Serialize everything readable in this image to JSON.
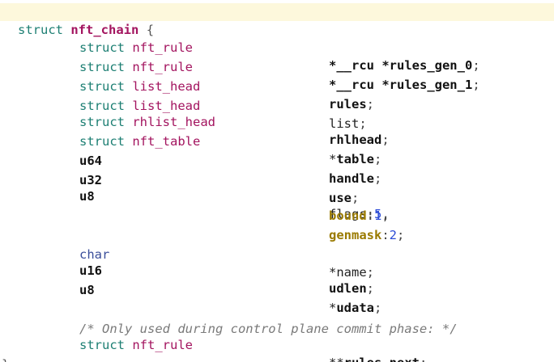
{
  "code": {
    "struct_header": {
      "keyword": "struct",
      "name": "nft_chain",
      "brace": "{"
    },
    "fields": [
      {
        "kw": "struct",
        "type": "nft_rule",
        "decl": "*__rcu *rules_gen_0",
        "end": ";"
      },
      {
        "kw": "struct",
        "type": "nft_rule",
        "decl": "*__rcu *rules_gen_1",
        "end": ";"
      },
      {
        "kw": "struct",
        "type": "list_head",
        "decl": "rules",
        "end": ";"
      },
      {
        "kw": "struct",
        "type": "list_head",
        "decl": "list",
        "end": ";"
      },
      {
        "kw": "struct",
        "type": "rhlist_head",
        "decl": "rhlhead",
        "end": ";"
      },
      {
        "kw": "struct",
        "type": "nft_table",
        "decl_star": "*",
        "decl": "table",
        "end": ";"
      },
      {
        "type": "u64",
        "decl": "handle",
        "end": ";"
      },
      {
        "type": "u32",
        "decl": "use",
        "end": ";"
      },
      {
        "type": "u8",
        "decl": "flags",
        "colon": ":",
        "width": "5",
        "end": ","
      },
      {
        "decl": "bound",
        "colon": ":",
        "width": "1",
        "end": ","
      },
      {
        "decl": "genmask",
        "colon": ":",
        "width": "2",
        "end": ";"
      },
      {
        "type": "char",
        "decl": "*name",
        "end": ";"
      },
      {
        "type": "u16",
        "decl": "udlen",
        "end": ";"
      },
      {
        "type": "u8",
        "decl_star": "*",
        "decl": "udata",
        "end": ";"
      },
      {
        "comment": "/* Only used during control plane commit phase: */"
      },
      {
        "kw": "struct",
        "type": "nft_rule",
        "decl_star": "**",
        "decl": "rules_next",
        "end": ";"
      }
    ],
    "closing": "};"
  }
}
